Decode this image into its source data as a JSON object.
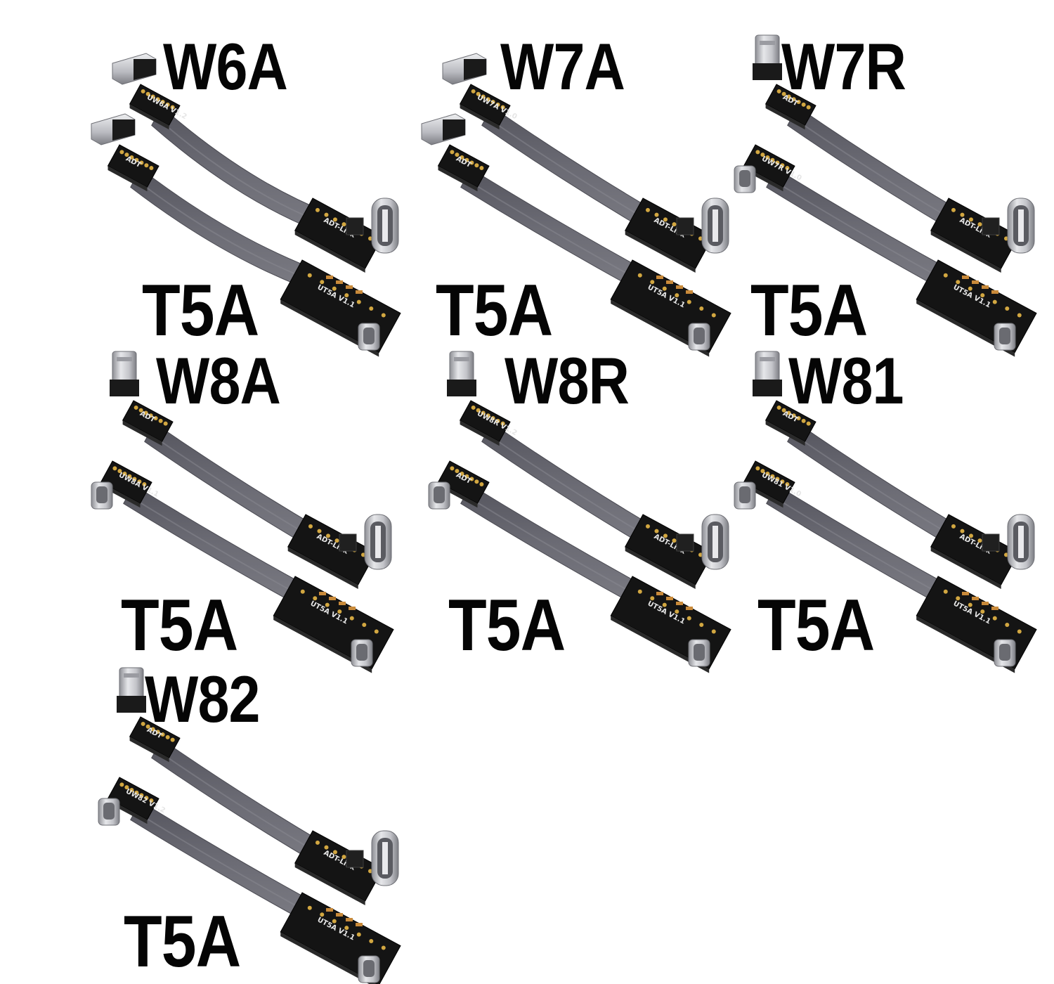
{
  "colors": {
    "background": "#ffffff",
    "ribbon_top": "#606069",
    "ribbon_bottom": "#74747c",
    "pcb": "#141414",
    "metal": "#c9cacf",
    "metal_dark": "#8b8c92",
    "gold": "#d2a741",
    "silk": "#e6e6e6",
    "label": "#050505"
  },
  "products": [
    {
      "top_label": "W6A",
      "bottom_label": "T5A",
      "top_board_marking": "UW6A V1.2",
      "lower_board_marking": "ADT",
      "top_connector": "micro-usb-b-straight"
    },
    {
      "top_label": "W7A",
      "bottom_label": "T5A",
      "top_board_marking": "UW7A V1.0",
      "lower_board_marking": "ADT",
      "top_connector": "micro-usb-b-right-angle-down"
    },
    {
      "top_label": "W7R",
      "bottom_label": "T5A",
      "top_board_marking": "ADT",
      "lower_board_marking": "UW7R V1.0",
      "top_connector": "micro-usb-b-right-angle-up"
    },
    {
      "top_label": "W8A",
      "bottom_label": "T5A",
      "top_board_marking": "ADT",
      "lower_board_marking": "UW8A V1.1",
      "top_connector": "micro-usb-b-vertical"
    },
    {
      "top_label": "W8R",
      "bottom_label": "T5A",
      "top_board_marking": "UW8R V1.2",
      "lower_board_marking": "ADT",
      "top_connector": "micro-usb-b-vertical-reverse"
    },
    {
      "top_label": "W81",
      "bottom_label": "T5A",
      "top_board_marking": "ADT",
      "lower_board_marking": "UW81 V1.0",
      "top_connector": "micro-usb-b-vertical-left"
    },
    {
      "top_label": "W82",
      "bottom_label": "T5A",
      "top_board_marking": "ADT",
      "lower_board_marking": "UW82 V1.2",
      "top_connector": "micro-usb-b-vertical-right"
    }
  ],
  "typec_board_marking": "ADT-Link",
  "t5a_board_marking": "UT5A V1.1"
}
